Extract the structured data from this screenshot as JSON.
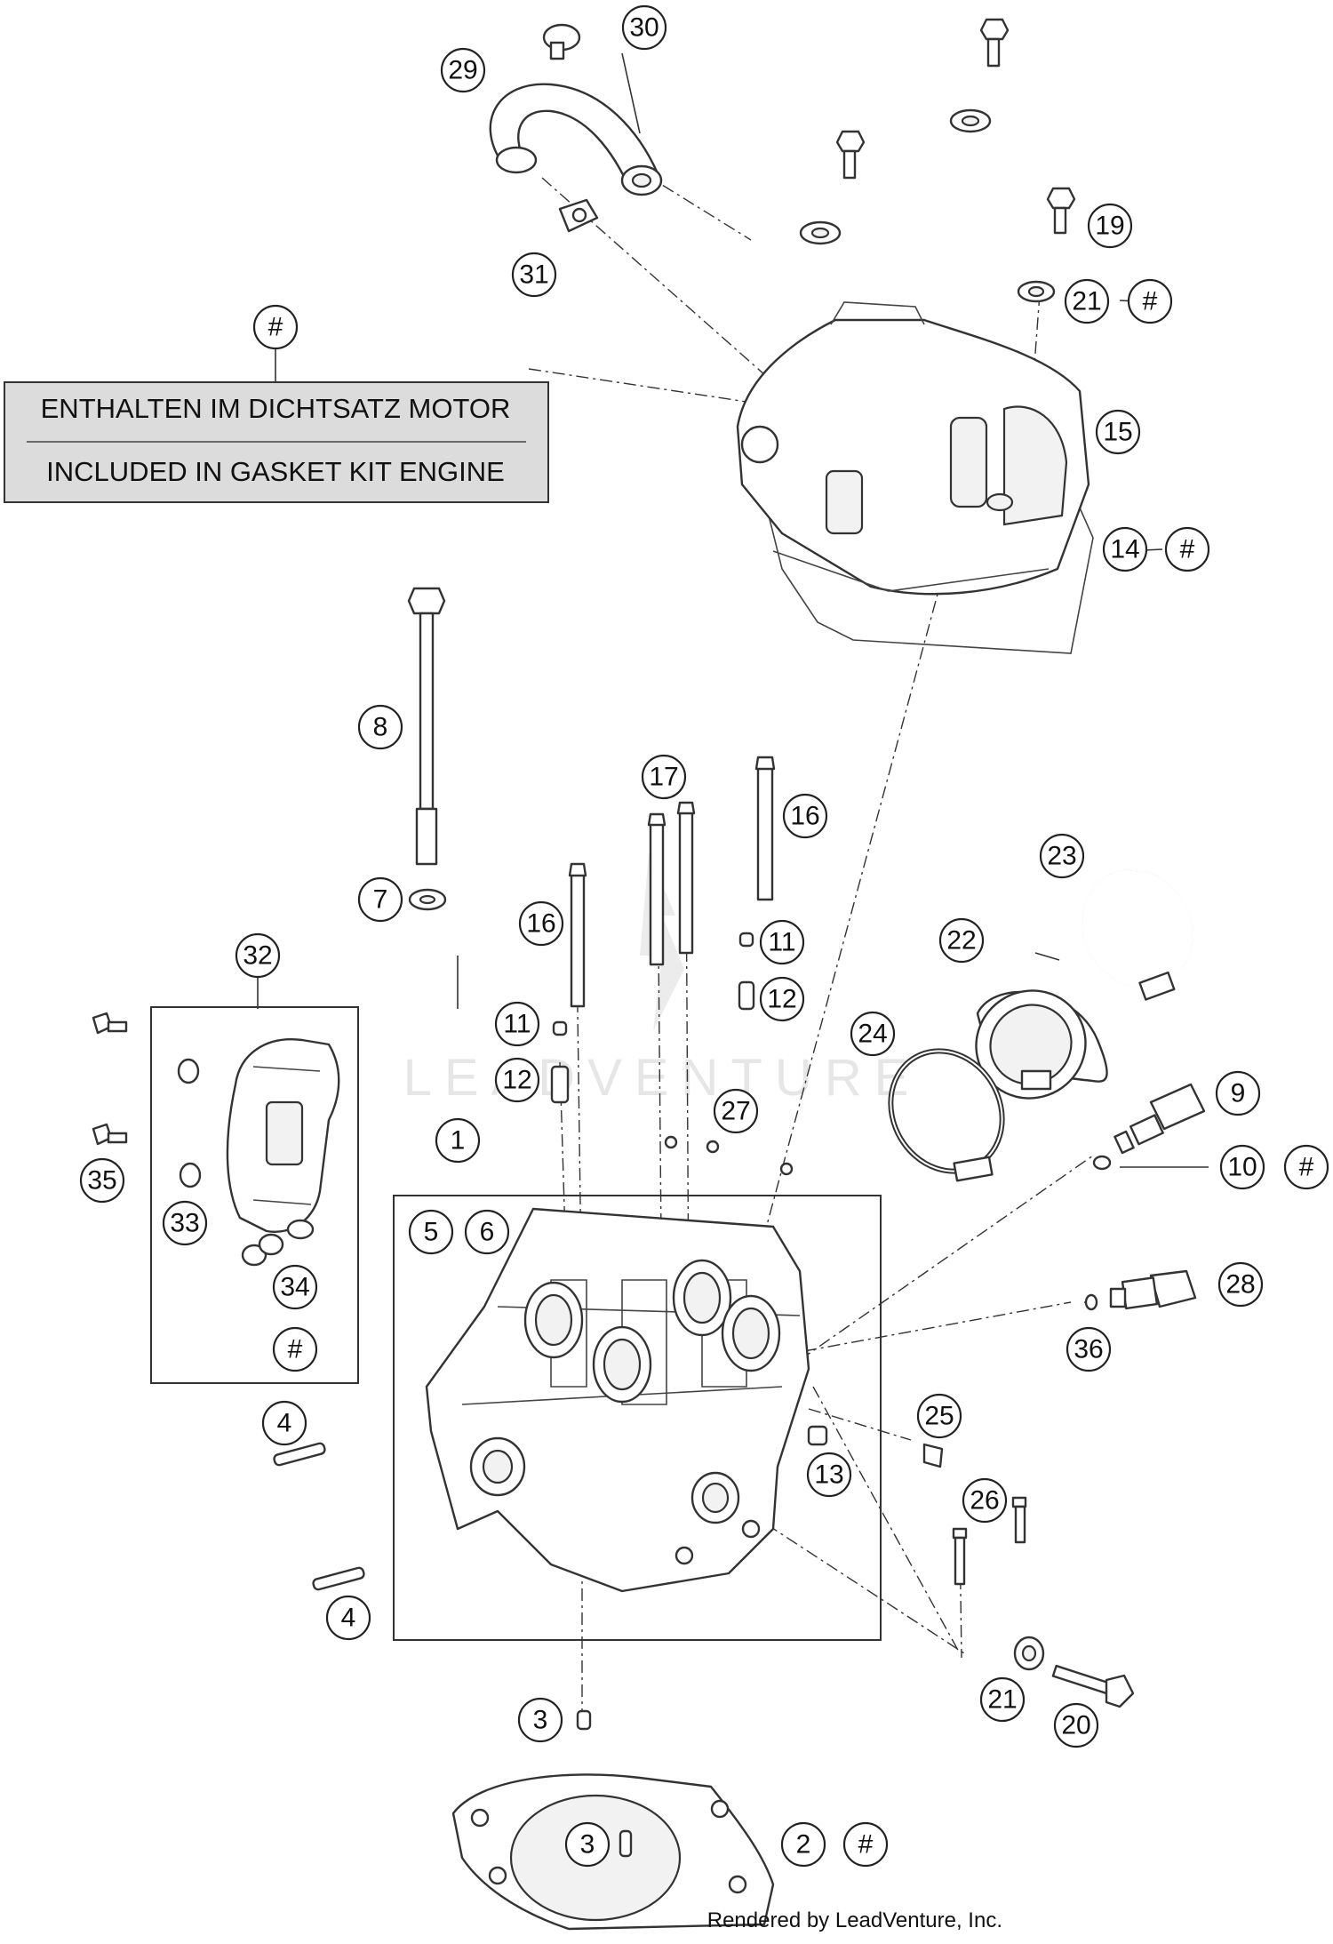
{
  "legend": {
    "marker": "#",
    "line_de": "ENTHALTEN IM DICHTSATZ MOTOR",
    "line_en": "INCLUDED IN GASKET KIT ENGINE"
  },
  "credit": "Rendered by LeadVenture, Inc.",
  "watermark": "LEADVENTURE",
  "callouts": [
    {
      "id": "c30",
      "label": "30"
    },
    {
      "id": "c29",
      "label": "29"
    },
    {
      "id": "c31",
      "label": "31"
    },
    {
      "id": "c19",
      "label": "19"
    },
    {
      "id": "c21a",
      "label": "21",
      "hash": "#"
    },
    {
      "id": "c15",
      "label": "15"
    },
    {
      "id": "c14",
      "label": "14",
      "hash": "#"
    },
    {
      "id": "c8",
      "label": "8"
    },
    {
      "id": "c7",
      "label": "7"
    },
    {
      "id": "c17",
      "label": "17"
    },
    {
      "id": "c16a",
      "label": "16"
    },
    {
      "id": "c16b",
      "label": "16"
    },
    {
      "id": "c23",
      "label": "23"
    },
    {
      "id": "c22",
      "label": "22"
    },
    {
      "id": "c11a",
      "label": "11"
    },
    {
      "id": "c12a",
      "label": "12"
    },
    {
      "id": "c11b",
      "label": "11"
    },
    {
      "id": "c12b",
      "label": "12"
    },
    {
      "id": "c24",
      "label": "24"
    },
    {
      "id": "c32",
      "label": "32"
    },
    {
      "id": "c27",
      "label": "27"
    },
    {
      "id": "c9",
      "label": "9"
    },
    {
      "id": "c10",
      "label": "10",
      "hash": "#"
    },
    {
      "id": "c1",
      "label": "1"
    },
    {
      "id": "c5",
      "label": "5"
    },
    {
      "id": "c6",
      "label": "6"
    },
    {
      "id": "c35",
      "label": "35"
    },
    {
      "id": "c33",
      "label": "33"
    },
    {
      "id": "c34",
      "label": "34",
      "hash": "#"
    },
    {
      "id": "c28",
      "label": "28"
    },
    {
      "id": "c36",
      "label": "36"
    },
    {
      "id": "c4a",
      "label": "4"
    },
    {
      "id": "c25",
      "label": "25"
    },
    {
      "id": "c13",
      "label": "13"
    },
    {
      "id": "c26",
      "label": "26"
    },
    {
      "id": "c4b",
      "label": "4"
    },
    {
      "id": "c21b",
      "label": "21"
    },
    {
      "id": "c3a",
      "label": "3"
    },
    {
      "id": "c20",
      "label": "20"
    },
    {
      "id": "c3b",
      "label": "3"
    },
    {
      "id": "c2",
      "label": "2",
      "hash": "#"
    }
  ]
}
